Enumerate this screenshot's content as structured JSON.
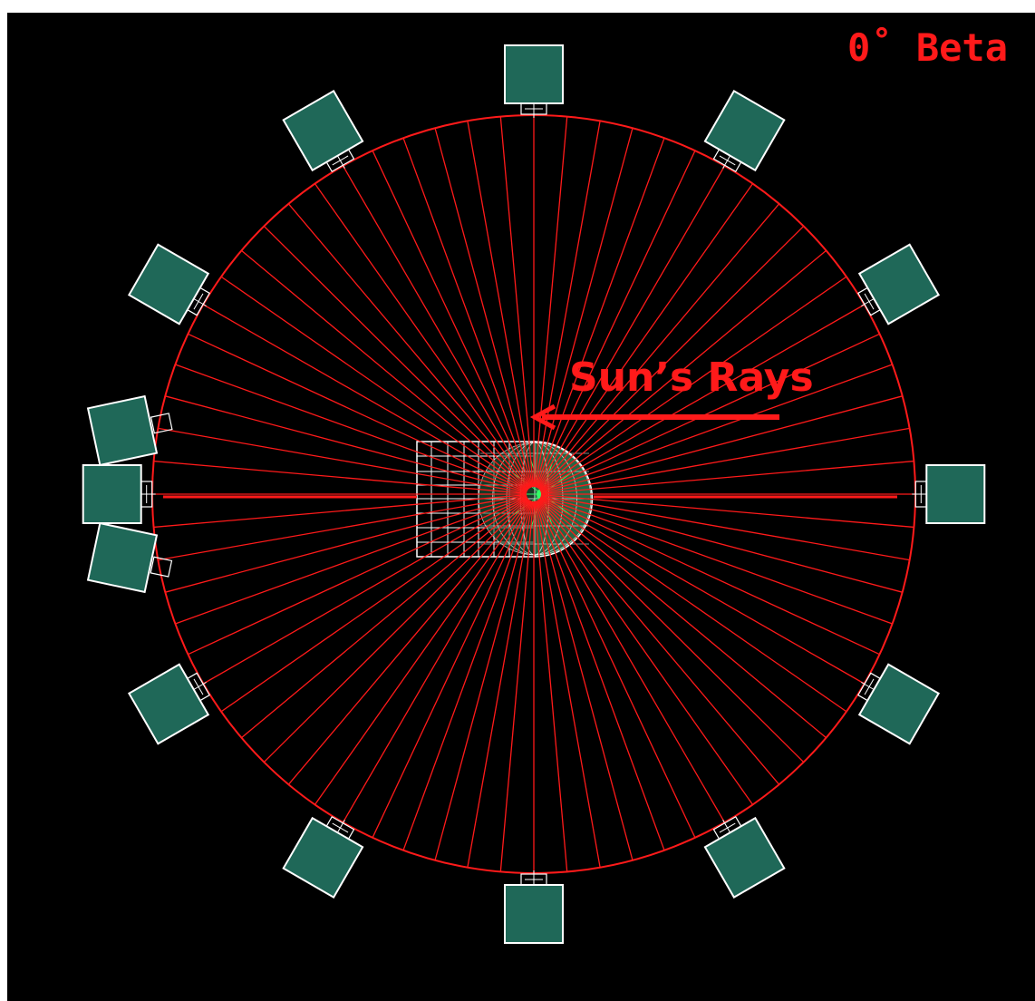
{
  "header": {
    "caption": ""
  },
  "diagram": {
    "beta_label": "0˚ Beta",
    "rays_label": "Sun’s Rays",
    "colors": {
      "background": "#000000",
      "orbit": "#ff1a1a",
      "panel": "#1f6858",
      "panel_border": "#ffffff",
      "earth": "#2a6e4a",
      "grid": "#ffffff",
      "highlight": "#33ff66"
    },
    "orbit_positions": 12,
    "ray_count": 72
  }
}
